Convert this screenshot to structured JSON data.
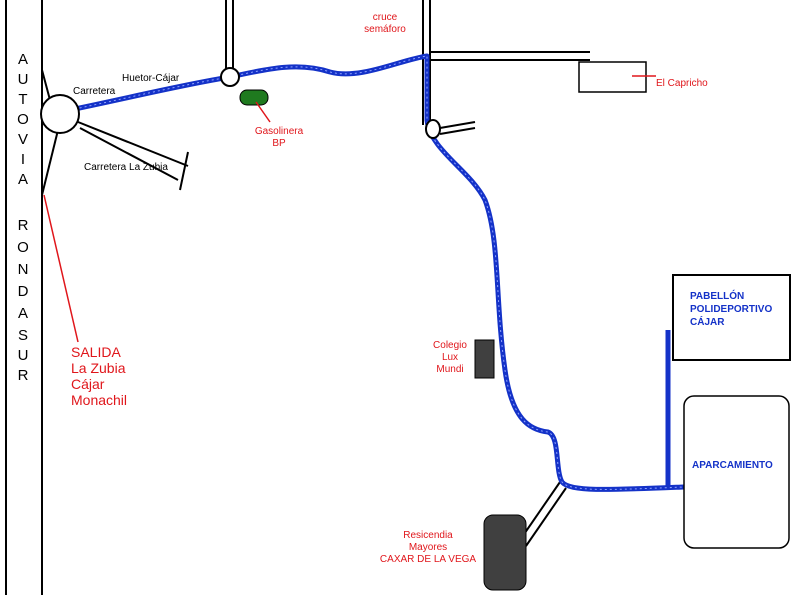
{
  "highway": {
    "letters_top": [
      "A",
      "U",
      "T",
      "O",
      "V",
      "I",
      "A"
    ],
    "letters_bottom": [
      "R",
      "O",
      "N",
      "D",
      "A",
      "S",
      "U",
      "R"
    ]
  },
  "roads": {
    "carretera": "Carretera",
    "hueter_cajar": "Huetor-Cájar",
    "carretera_la_zubia": "Carretera La Zubia"
  },
  "landmarks": {
    "gasolinera_line1": "Gasolinera",
    "gasolinera_line2": "BP",
    "cruce_line1": "cruce",
    "cruce_line2": "semáforo",
    "el_capricho": "El Capricho",
    "colegio_line1": "Colegio",
    "colegio_line2": "Lux",
    "colegio_line3": "Mundi",
    "residencia_line1": "Resicendia",
    "residencia_line2": "Mayores",
    "residencia_line3": "CAXAR DE LA VEGA"
  },
  "exit": {
    "line1": "SALIDA",
    "line2": "La Zubia",
    "line3": "Cájar",
    "line4": "Monachil"
  },
  "destination": {
    "pabellon_line1": "PABELLÓN",
    "pabellon_line2": "POLIDEPORTIVO",
    "pabellon_line3": "CÁJAR",
    "aparcamiento": "APARCAMIENTO"
  },
  "colors": {
    "route": "#1432c8",
    "label_red": "#e0161b",
    "label_blue": "#1432c8",
    "gas_station": "#1f7a1f",
    "building_dark": "#404040"
  }
}
